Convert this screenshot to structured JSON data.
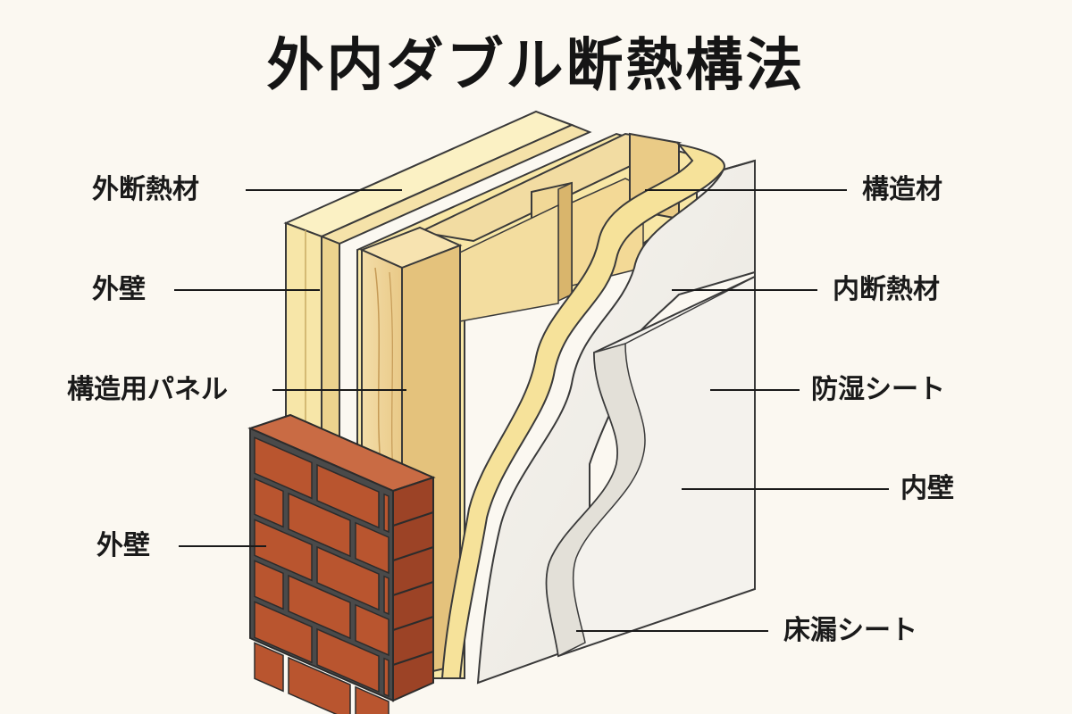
{
  "title": "外内ダブル断熱構法",
  "labels_left": [
    {
      "id": "outer-insulation",
      "text": "外断熱材"
    },
    {
      "id": "outer-wall-upper",
      "text": "外壁"
    },
    {
      "id": "structural-panel",
      "text": "構造用パネル"
    },
    {
      "id": "outer-wall-brick",
      "text": "外壁"
    }
  ],
  "labels_right": [
    {
      "id": "structural-member",
      "text": "構造材"
    },
    {
      "id": "inner-insulation",
      "text": "内断熱材"
    },
    {
      "id": "vapor-barrier",
      "text": "防湿シート"
    },
    {
      "id": "inner-wall",
      "text": "内壁"
    },
    {
      "id": "floor-leak-sheet",
      "text": "床漏シート"
    }
  ],
  "colors": {
    "background": "#fbf8f1",
    "insulation": "#f7e8ad",
    "timber": "#f0d9a2",
    "board": "#f1efea",
    "brick": "#b5532f",
    "mortar": "#4a4a4a",
    "leader_line": "#1a1a1a"
  }
}
